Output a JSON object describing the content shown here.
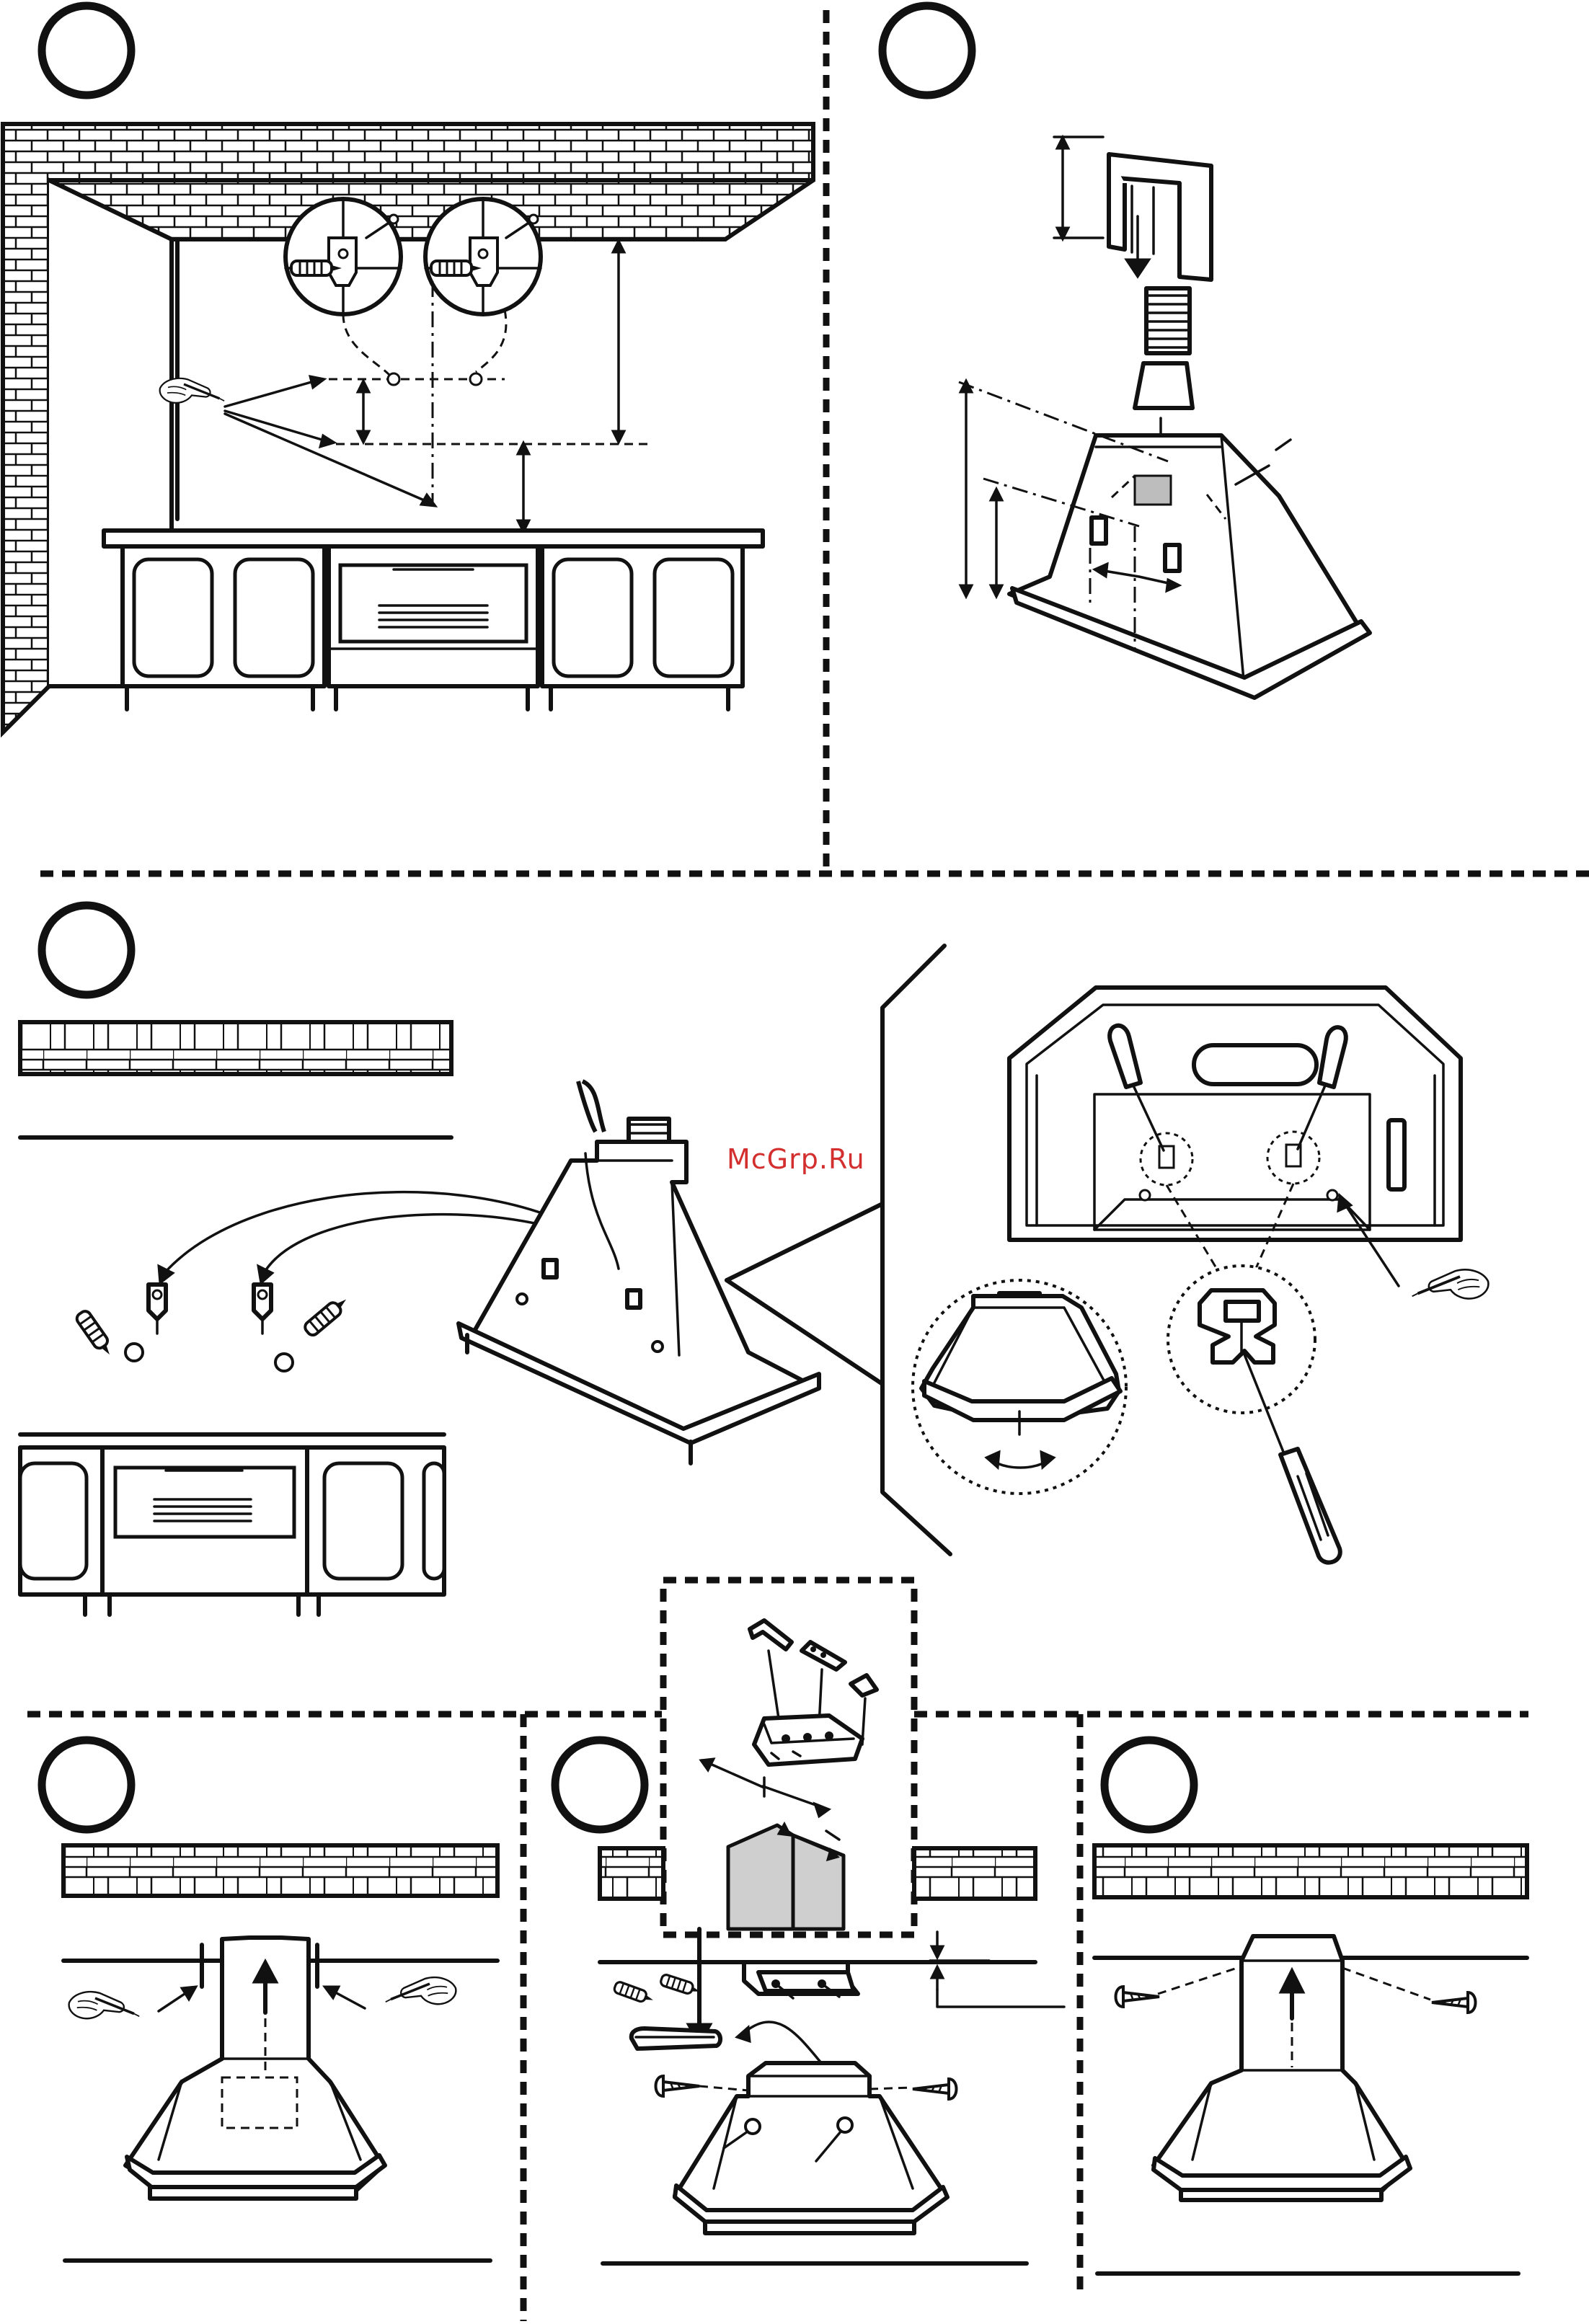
{
  "watermark": {
    "text": "McGrp.Ru",
    "color": "#d32f2f"
  },
  "steps": [
    {
      "id": "wall-marking",
      "label": ""
    },
    {
      "id": "hood-ducting",
      "label": ""
    },
    {
      "id": "bracket-fixing",
      "label": ""
    },
    {
      "id": "chimney-marking",
      "label": ""
    },
    {
      "id": "chimney-bracket",
      "label": ""
    },
    {
      "id": "chimney-screwing",
      "label": ""
    }
  ],
  "colors": {
    "line": "#111111",
    "fill_grey": "#cfcfcf",
    "background": "#ffffff"
  },
  "icons": [
    "hand-with-pencil-icon",
    "screwdriver-icon",
    "wall-plug-icon",
    "screw-icon",
    "bracket-icon",
    "duct-pipe-icon"
  ]
}
